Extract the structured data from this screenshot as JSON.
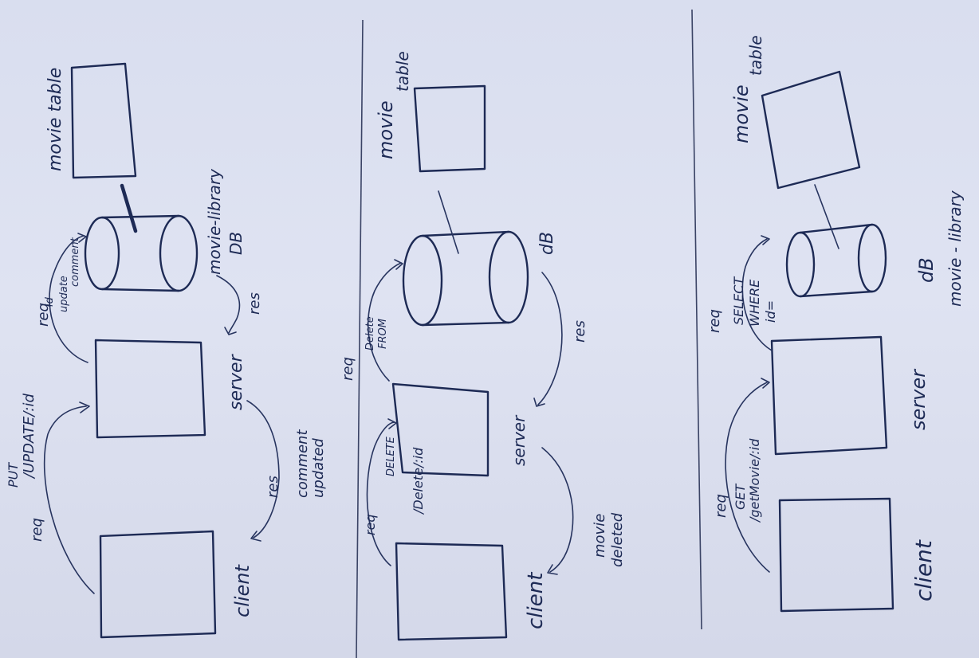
{
  "panels": [
    {
      "client": "client",
      "server": "server",
      "db_name": "movie-library",
      "db": "DB",
      "table": "movie table",
      "req1": "req",
      "req1_method": "PUT",
      "req1_path": "/UPDATE/:id",
      "req2": "req",
      "req2_query_a": "id",
      "req2_query_b": "update",
      "req2_query_c": "comment",
      "res_db": "res",
      "res_client": "res",
      "result_a": "comment",
      "result_b": "updated"
    },
    {
      "client": "client",
      "server": "server",
      "db": "dB",
      "table_a": "movie",
      "table_b": "table",
      "req1": "req",
      "req1_method": "DELETE",
      "req1_path": "/Delete/:id",
      "req2": "req",
      "req2_query_a": "Delete",
      "req2_query_b": "FROM",
      "res_db": "res",
      "result_a": "movie",
      "result_b": "deleted"
    },
    {
      "client": "client",
      "server": "server",
      "db": "dB",
      "db_name": "movie - library",
      "table_a": "movie",
      "table_b": "table",
      "req1": "req",
      "req1_method": "GET",
      "req1_path": "/getMovie/:id",
      "req2": "req",
      "req2_query_a": "SELECT",
      "req2_query_b": "WHERE",
      "req2_query_c": "id="
    }
  ]
}
